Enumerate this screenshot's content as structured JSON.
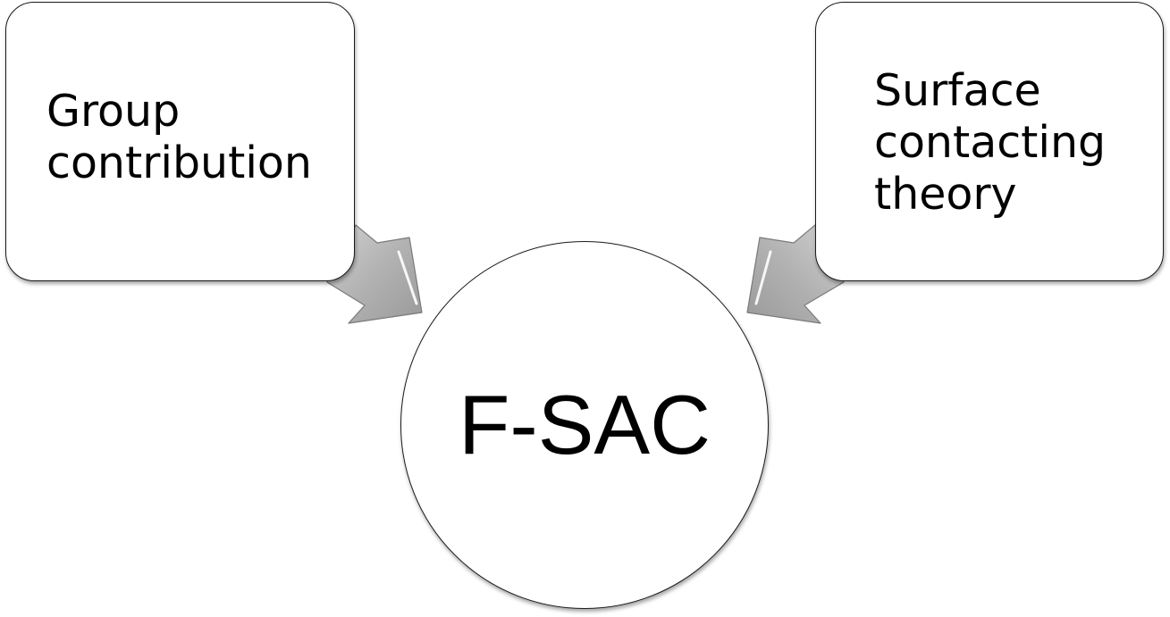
{
  "diagram": {
    "inputs": [
      {
        "label": "Group\ncontribution"
      },
      {
        "label": "Surface\ncontacting\ntheory"
      }
    ],
    "result": {
      "label": "F-SAC"
    },
    "colors": {
      "arrow_fill": "#b4b4b4",
      "arrow_stroke": "#7a7a7a",
      "border": "#1a1a1a",
      "background": "#ffffff"
    }
  }
}
